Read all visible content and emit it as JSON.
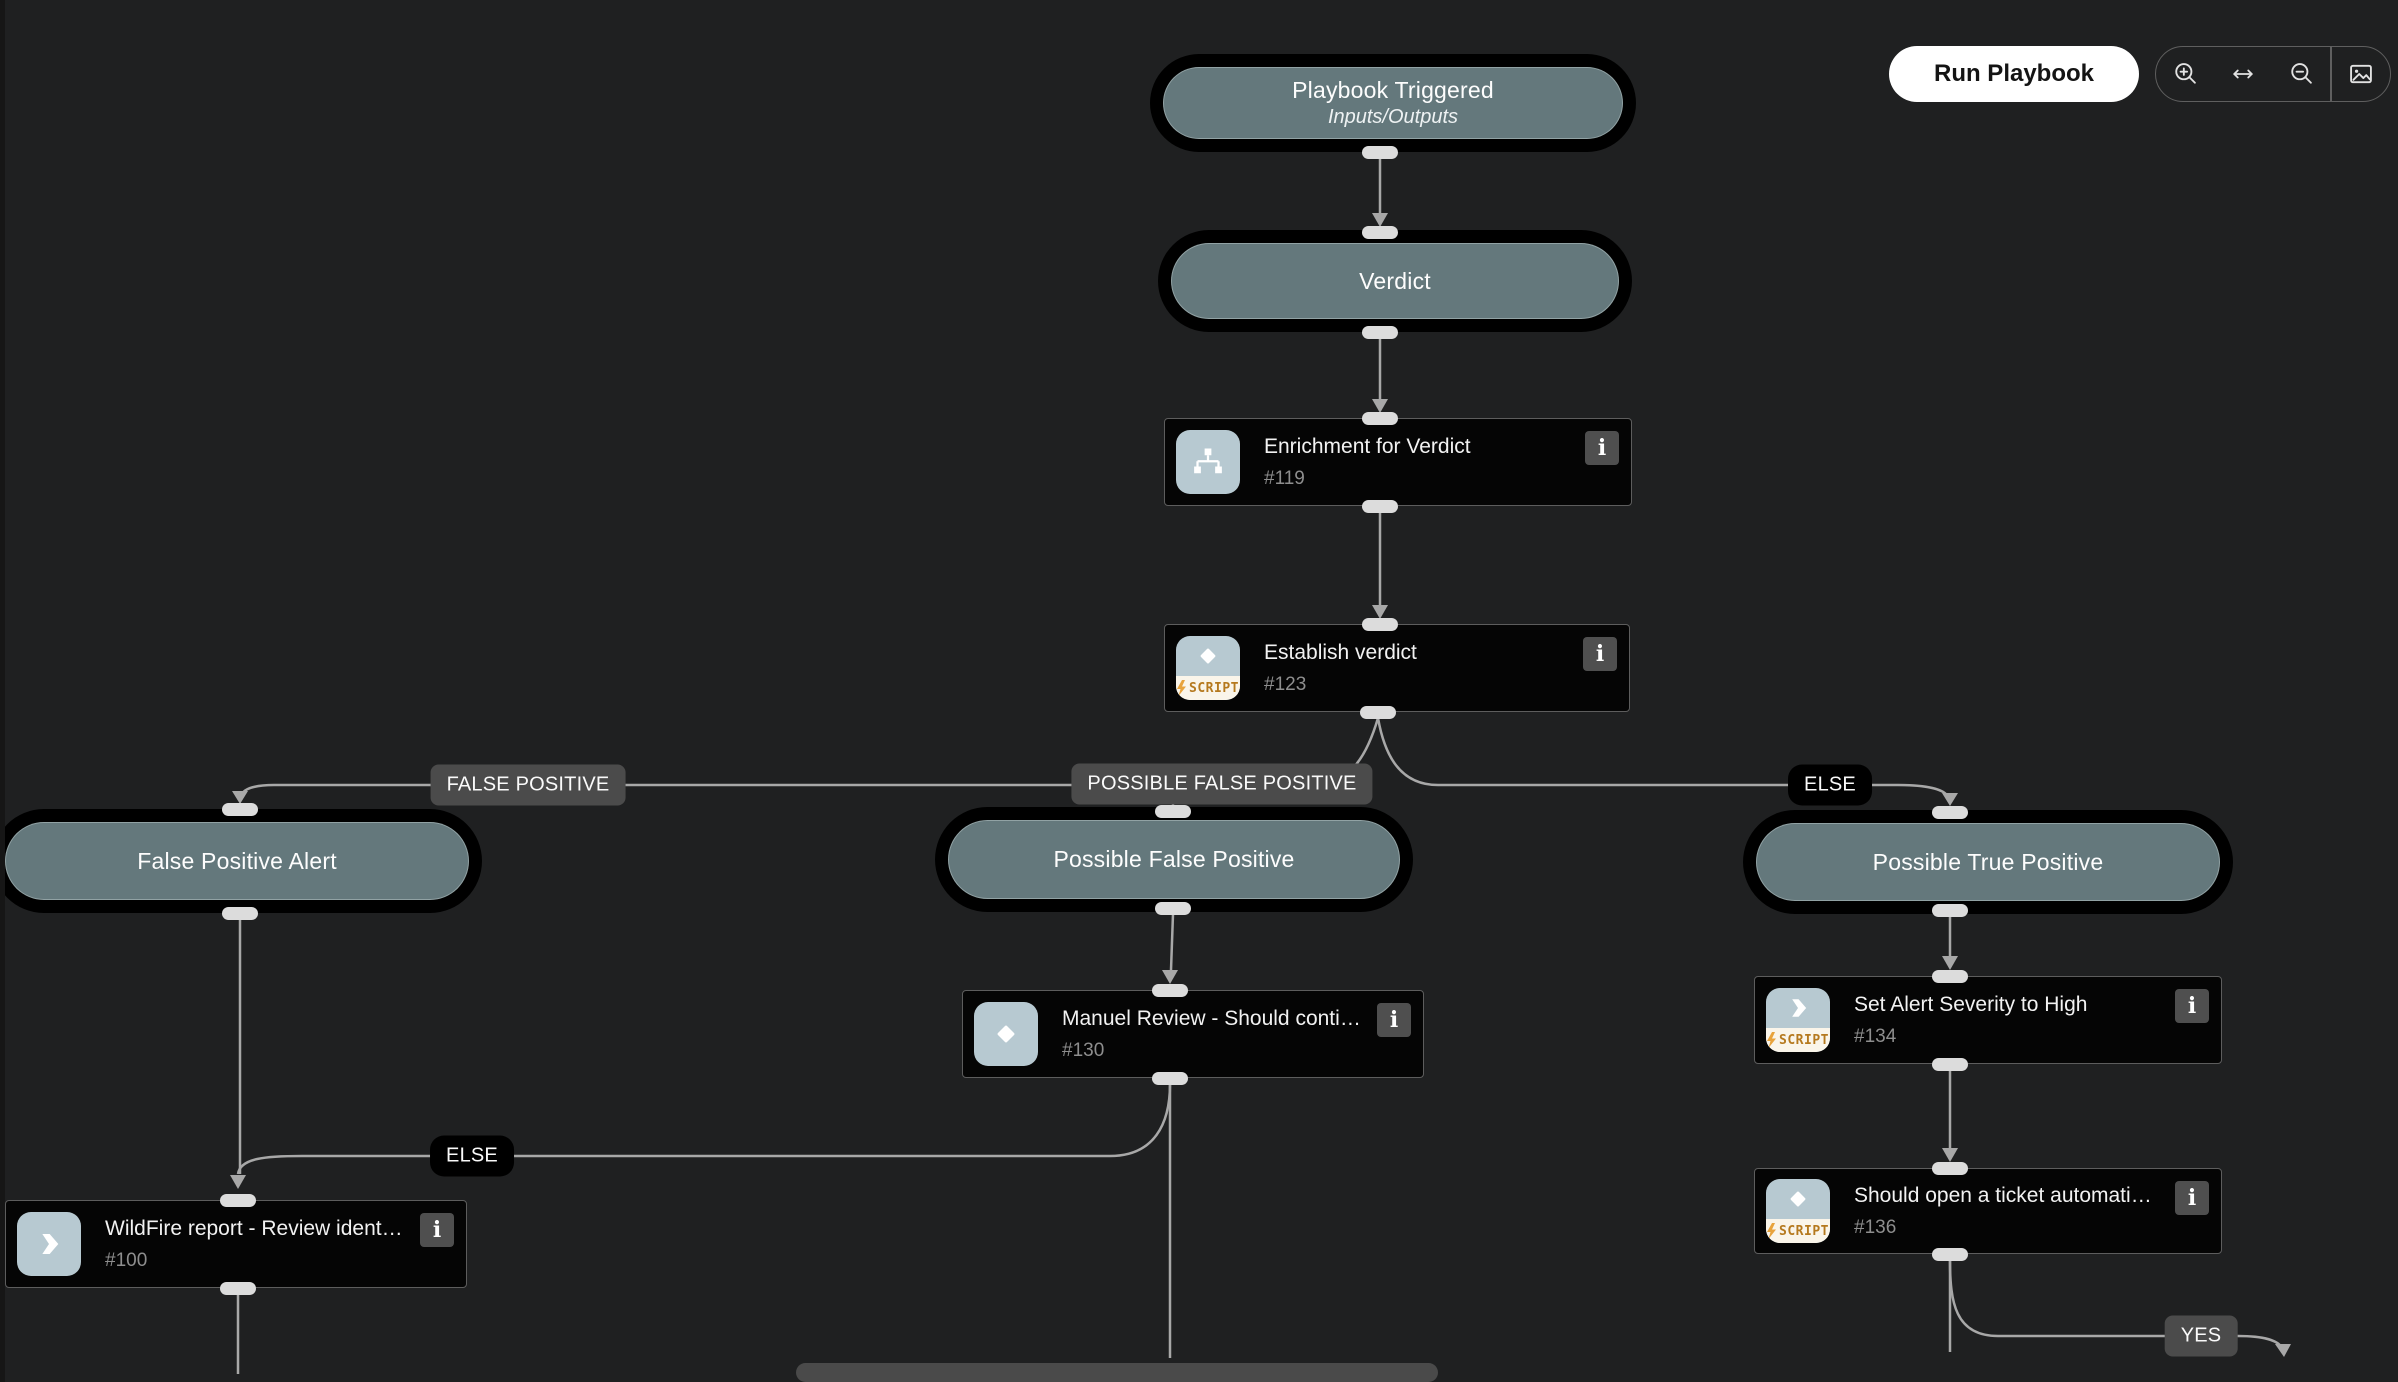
{
  "toolbar": {
    "run_label": "Run Playbook",
    "icons": [
      "zoom-in",
      "fit-width",
      "zoom-out",
      "export-image"
    ]
  },
  "icons": {
    "info": "i"
  },
  "script_label": "SCRIPT",
  "nodes": {
    "playbook_triggered": {
      "title": "Playbook Triggered",
      "subtitle": "Inputs/Outputs"
    },
    "verdict": {
      "title": "Verdict"
    },
    "enrichment": {
      "title": "Enrichment for Verdict",
      "id": "#119",
      "icon": "sub-playbook"
    },
    "establish": {
      "title": "Establish verdict",
      "id": "#123",
      "icon": "condition-script"
    },
    "false_positive_alert": {
      "title": "False Positive Alert"
    },
    "possible_false_positive": {
      "title": "Possible False Positive"
    },
    "possible_true_positive": {
      "title": "Possible True Positive"
    },
    "manuel_review": {
      "title": "Manuel Review - Should continue t...",
      "id": "#130",
      "icon": "condition"
    },
    "set_alert": {
      "title": "Set Alert Severity to High",
      "id": "#134",
      "icon": "automation-script"
    },
    "should_open": {
      "title": "Should open a ticket automatically ...",
      "id": "#136",
      "icon": "condition-script"
    },
    "wildfire": {
      "title": "WildFire report - Review identified ...",
      "id": "#100",
      "icon": "automation"
    }
  },
  "edge_labels": {
    "false_positive": "FALSE POSITIVE",
    "possible_false_positive": "POSSIBLE FALSE POSITIVE",
    "else_top": "ELSE",
    "else_bottom": "ELSE",
    "yes": "YES"
  },
  "colors": {
    "canvas": "#1f2021",
    "pill_fill": "#64787c",
    "node_bg": "#050505",
    "line": "#a8a8a8",
    "label_gray": "#4b4b4b",
    "icon_bg": "#b7c9d1",
    "script_text": "#b5791e",
    "run_button_bg": "#ffffff"
  }
}
